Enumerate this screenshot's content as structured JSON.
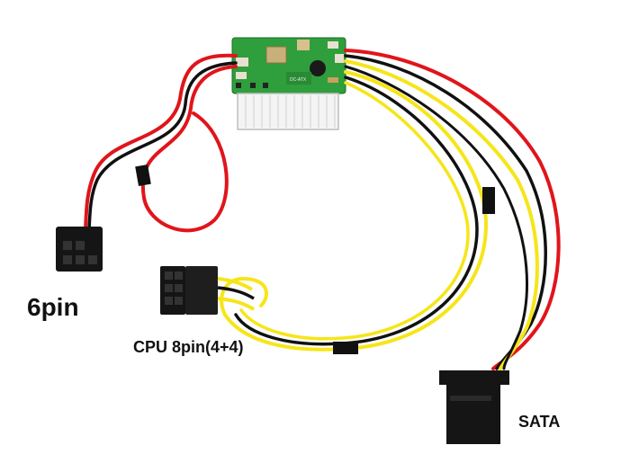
{
  "labels": {
    "six_pin": "6pin",
    "cpu_8pin": "CPU 8pin(4+4)",
    "sata": "SATA"
  },
  "colors": {
    "background": "#ffffff",
    "pcb_green": "#2f9e3c",
    "wire_red": "#e0151b",
    "wire_black": "#111111",
    "wire_yellow": "#f6e51a",
    "connector_white": "#f4f4f4",
    "connector_black": "#151515"
  }
}
